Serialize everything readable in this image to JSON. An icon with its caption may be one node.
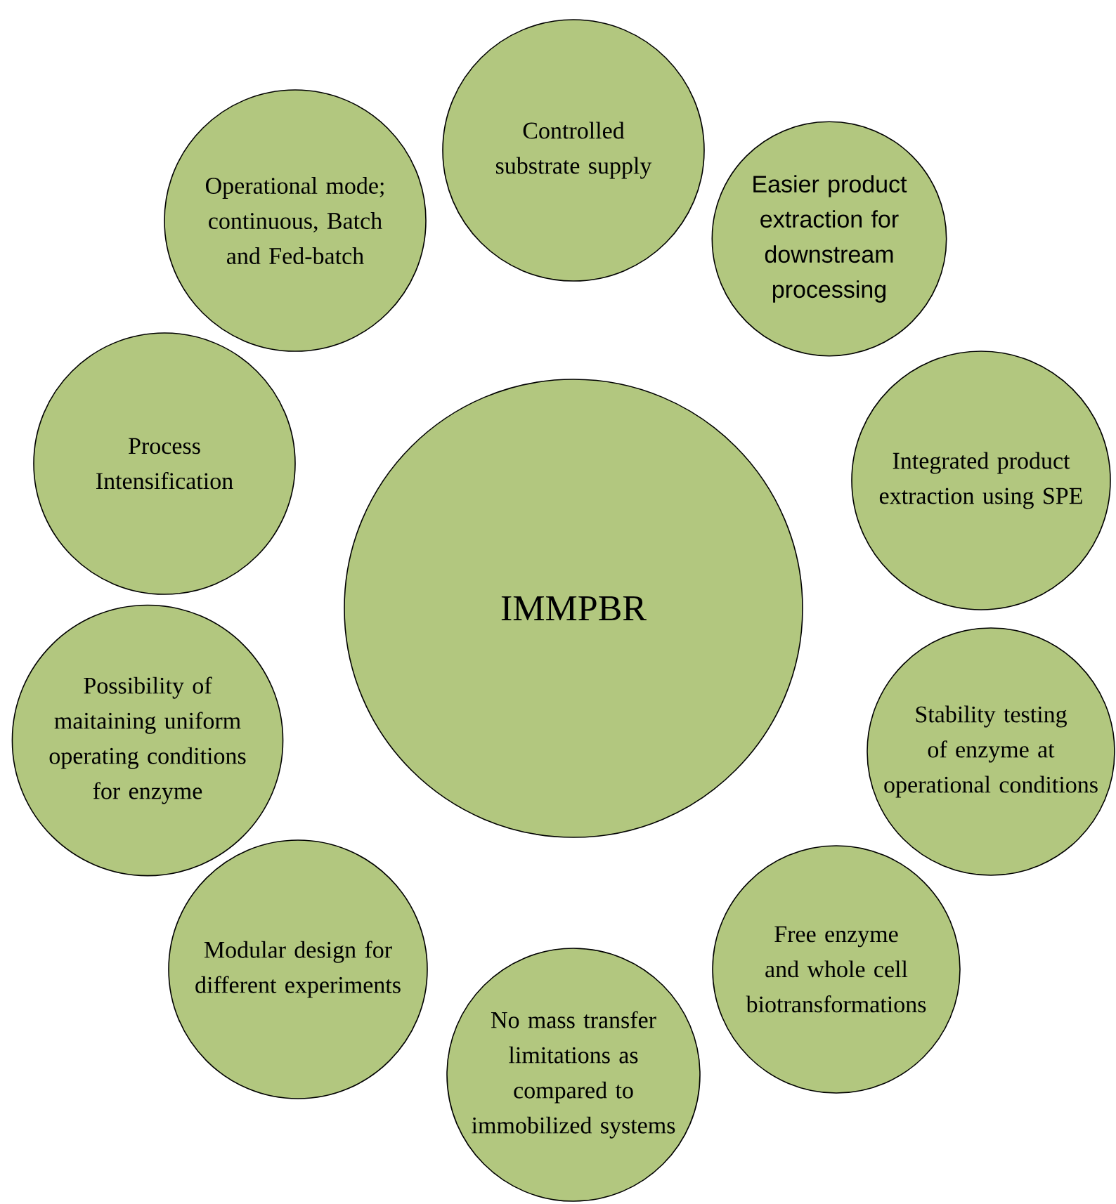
{
  "diagram": {
    "nodes": [
      {
        "text": [
          "IMMPBR"
        ]
      },
      {
        "text": [
          "Controlled substrate supply"
        ]
      },
      {
        "text": [
          "Easier product extraction for downstream processing"
        ]
      },
      {
        "text": [
          "Integrated product extraction using SPE"
        ]
      },
      {
        "text": [
          "Stability testing of enzyme at operational conditions"
        ]
      },
      {
        "text": [
          "Free enzyme and whole cell biotransformations"
        ]
      },
      {
        "text": [
          "No mass transfer limitations as compared to immobilized systems"
        ]
      },
      {
        "text": [
          "Modular design for different experiments"
        ]
      },
      {
        "text": [
          "Possibility of maitaining uniform operating conditions for enzyme"
        ]
      },
      {
        "text": [
          "Process Intensification"
        ]
      },
      {
        "text": [
          "Operational mode; continuous, Batch and Fed-batch"
        ]
      }
    ]
  }
}
